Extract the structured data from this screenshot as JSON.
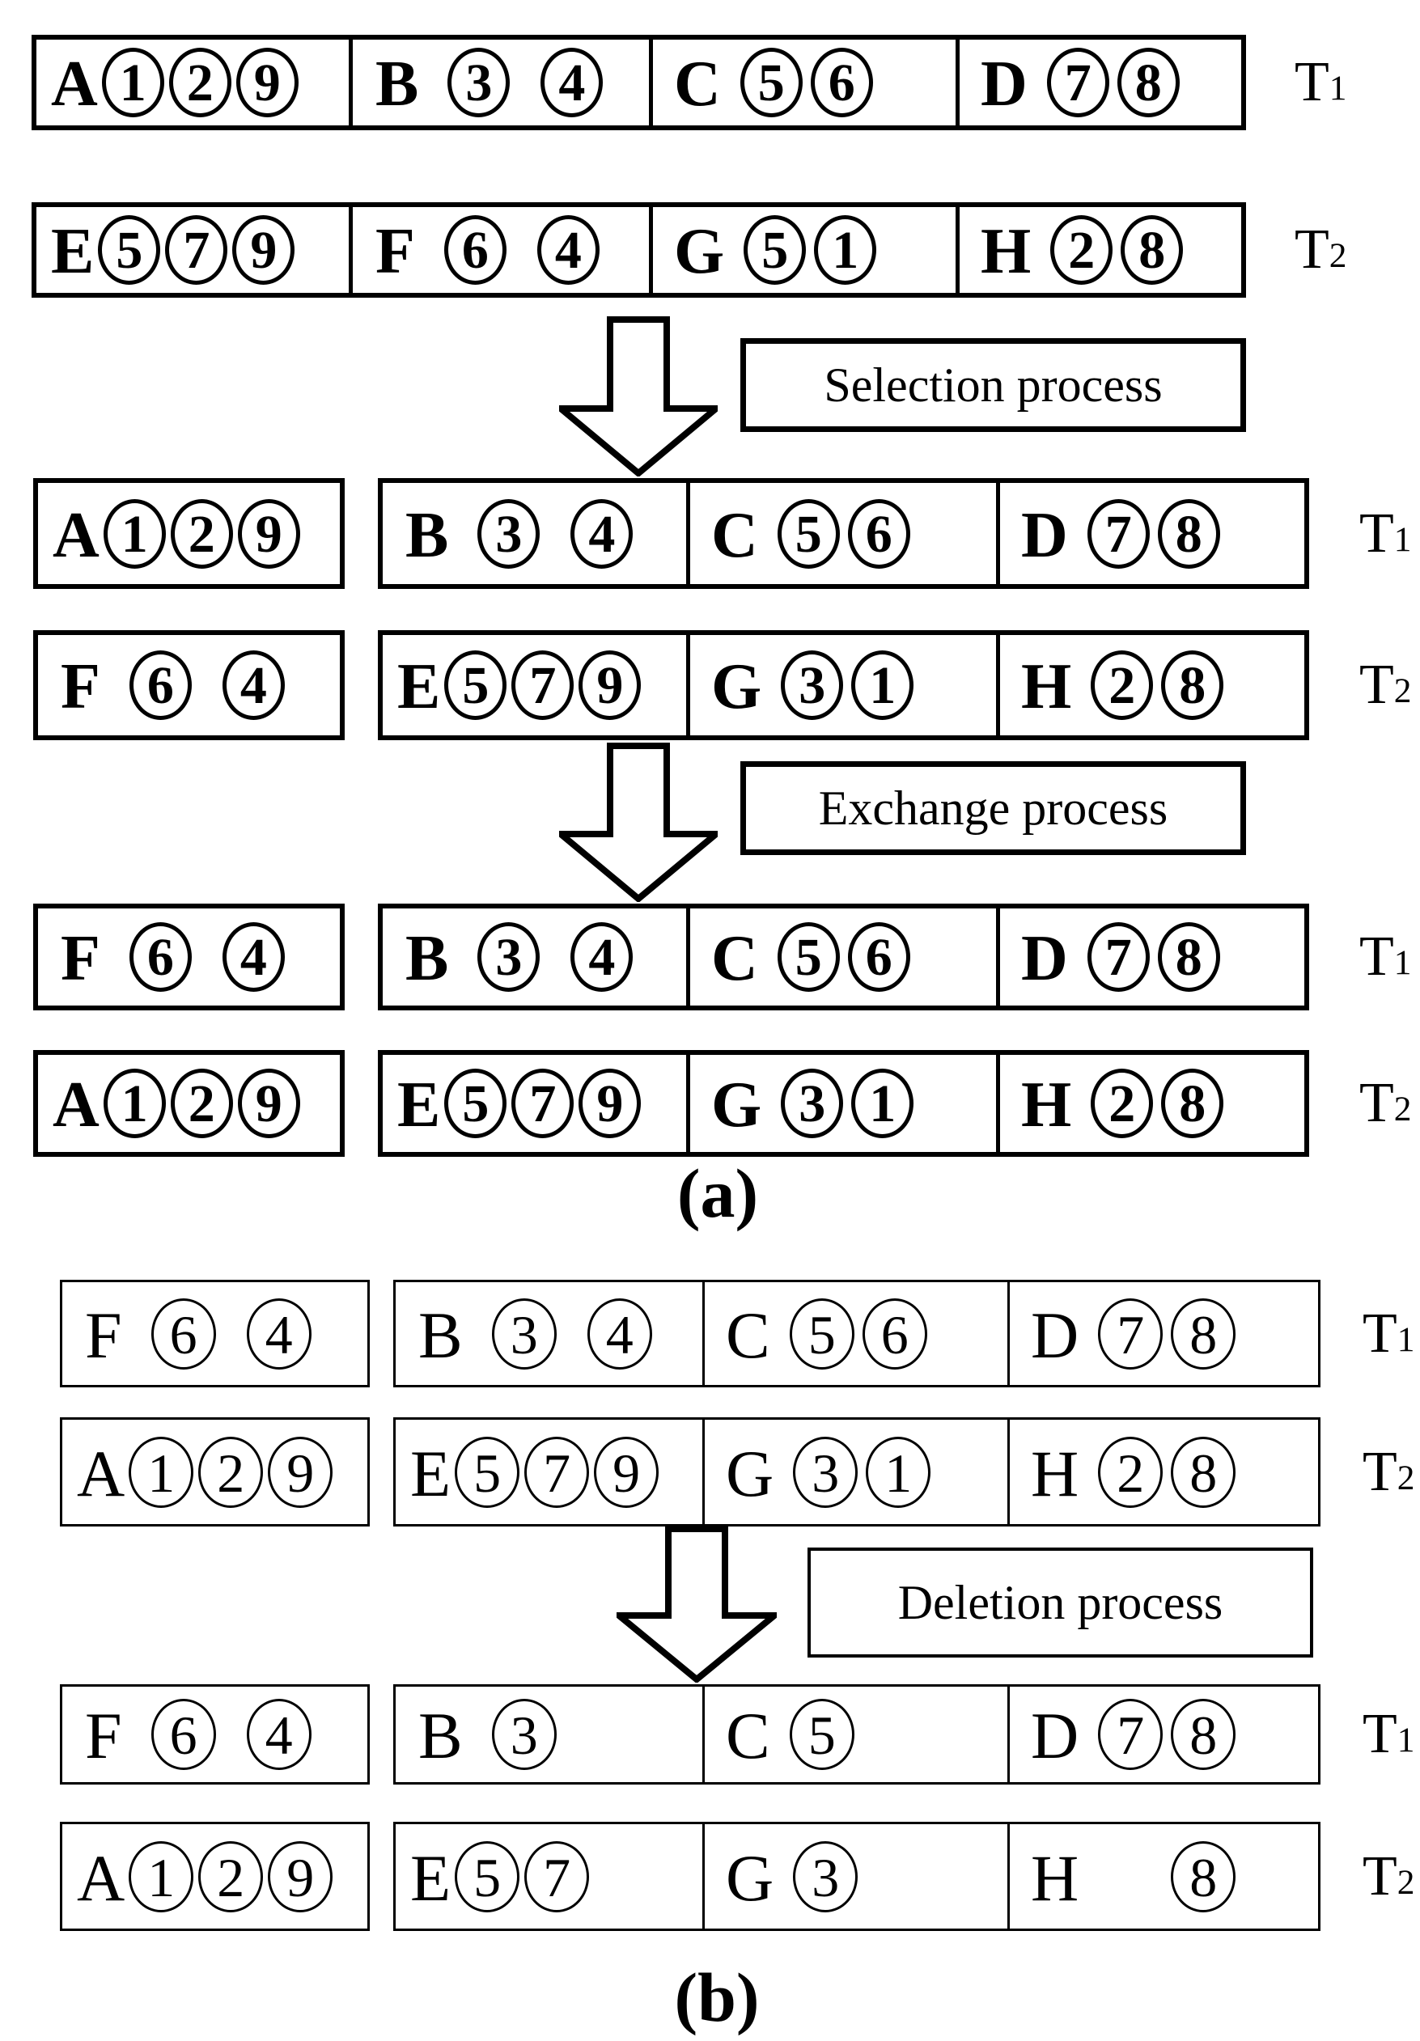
{
  "colors": {
    "ink": "#000000",
    "background": "#ffffff"
  },
  "captions": {
    "a": "(a)",
    "b": "(b)"
  },
  "processes": {
    "selection": "Selection process",
    "exchange": "Exchange process",
    "deletion": "Deletion process"
  },
  "rows": [
    {
      "label": "T",
      "sub": "1",
      "boxes": [
        {
          "cells": [
            {
              "letter": "A",
              "circles": [
                "1",
                "2",
                "9"
              ]
            },
            {
              "letter": "B",
              "circles": [
                "3",
                "4"
              ]
            },
            {
              "letter": "C",
              "circles": [
                "5",
                "6"
              ]
            },
            {
              "letter": "D",
              "circles": [
                "7",
                "8"
              ]
            }
          ]
        }
      ]
    },
    {
      "label": "T",
      "sub": "2",
      "boxes": [
        {
          "cells": [
            {
              "letter": "E",
              "circles": [
                "5",
                "7",
                "9"
              ]
            },
            {
              "letter": "F",
              "circles": [
                "6",
                "4"
              ]
            },
            {
              "letter": "G",
              "circles": [
                "5",
                "1"
              ]
            },
            {
              "letter": "H",
              "circles": [
                "2",
                "8"
              ]
            }
          ]
        }
      ]
    },
    {
      "label": "T",
      "sub": "1",
      "boxes": [
        {
          "cells": [
            {
              "letter": "A",
              "circles": [
                "1",
                "2",
                "9"
              ]
            }
          ]
        },
        {
          "cells": [
            {
              "letter": "B",
              "circles": [
                "3",
                "4"
              ]
            },
            {
              "letter": "C",
              "circles": [
                "5",
                "6"
              ]
            },
            {
              "letter": "D",
              "circles": [
                "7",
                "8"
              ]
            }
          ]
        }
      ]
    },
    {
      "label": "T",
      "sub": "2",
      "boxes": [
        {
          "cells": [
            {
              "letter": "F",
              "circles": [
                "6",
                "4"
              ]
            }
          ]
        },
        {
          "cells": [
            {
              "letter": "E",
              "circles": [
                "5",
                "7",
                "9"
              ]
            },
            {
              "letter": "G",
              "circles": [
                "3",
                "1"
              ]
            },
            {
              "letter": "H",
              "circles": [
                "2",
                "8"
              ]
            }
          ]
        }
      ]
    },
    {
      "label": "T",
      "sub": "1",
      "boxes": [
        {
          "cells": [
            {
              "letter": "F",
              "circles": [
                "6",
                "4"
              ]
            }
          ]
        },
        {
          "cells": [
            {
              "letter": "B",
              "circles": [
                "3",
                "4"
              ]
            },
            {
              "letter": "C",
              "circles": [
                "5",
                "6"
              ]
            },
            {
              "letter": "D",
              "circles": [
                "7",
                "8"
              ]
            }
          ]
        }
      ]
    },
    {
      "label": "T",
      "sub": "2",
      "boxes": [
        {
          "cells": [
            {
              "letter": "A",
              "circles": [
                "1",
                "2",
                "9"
              ]
            }
          ]
        },
        {
          "cells": [
            {
              "letter": "E",
              "circles": [
                "5",
                "7",
                "9"
              ]
            },
            {
              "letter": "G",
              "circles": [
                "3",
                "1"
              ]
            },
            {
              "letter": "H",
              "circles": [
                "2",
                "8"
              ]
            }
          ]
        }
      ]
    },
    {
      "label": "T",
      "sub": "1",
      "boxes": [
        {
          "cells": [
            {
              "letter": "F",
              "circles": [
                "6",
                "4"
              ]
            }
          ]
        },
        {
          "cells": [
            {
              "letter": "B",
              "circles": [
                "3",
                "4"
              ]
            },
            {
              "letter": "C",
              "circles": [
                "5",
                "6"
              ]
            },
            {
              "letter": "D",
              "circles": [
                "7",
                "8"
              ]
            }
          ]
        }
      ]
    },
    {
      "label": "T",
      "sub": "2",
      "boxes": [
        {
          "cells": [
            {
              "letter": "A",
              "circles": [
                "1",
                "2",
                "9"
              ]
            }
          ]
        },
        {
          "cells": [
            {
              "letter": "E",
              "circles": [
                "5",
                "7",
                "9"
              ]
            },
            {
              "letter": "G",
              "circles": [
                "3",
                "1"
              ]
            },
            {
              "letter": "H",
              "circles": [
                "2",
                "8"
              ]
            }
          ]
        }
      ]
    },
    {
      "label": "T",
      "sub": "1",
      "boxes": [
        {
          "cells": [
            {
              "letter": "F",
              "circles": [
                "6",
                "4"
              ]
            }
          ]
        },
        {
          "cells": [
            {
              "letter": "B",
              "circles": [
                "3"
              ]
            },
            {
              "letter": "C",
              "circles": [
                "5"
              ]
            },
            {
              "letter": "D",
              "circles": [
                "7",
                "8"
              ]
            }
          ]
        }
      ]
    },
    {
      "label": "T",
      "sub": "2",
      "boxes": [
        {
          "cells": [
            {
              "letter": "A",
              "circles": [
                "1",
                "2",
                "9"
              ]
            }
          ]
        },
        {
          "cells": [
            {
              "letter": "E",
              "circles": [
                "5",
                "7"
              ]
            },
            {
              "letter": "G",
              "circles": [
                "3"
              ]
            },
            {
              "letter": "H",
              "circles": [
                "",
                "8"
              ]
            }
          ]
        }
      ]
    }
  ]
}
